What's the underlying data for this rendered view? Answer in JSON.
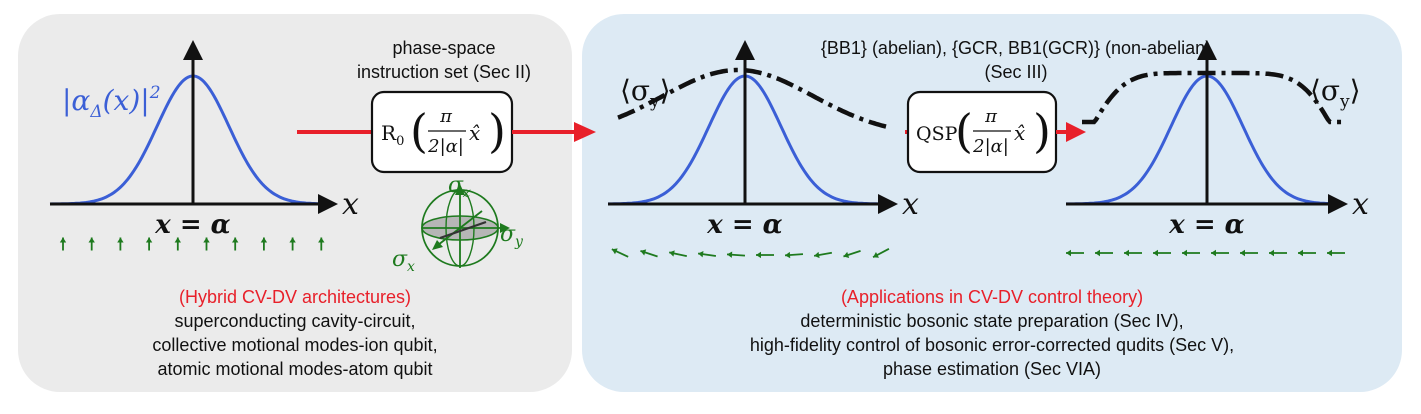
{
  "left_panel": {
    "formula_label": "|α",
    "formula_sub": "Δ",
    "formula_rest": "(x)|",
    "formula_sup": "2",
    "x_axis_label": "x",
    "center_label": "x = α",
    "category_label": "(Hybrid CV-DV architectures)",
    "description_lines": [
      "superconducting cavity-circuit,",
      "collective motional modes-ion qubit,",
      "atomic motional modes-atom qubit"
    ]
  },
  "instruction": {
    "title_lines": [
      "phase-space",
      "instruction set (Sec II)"
    ],
    "gate_name": "R",
    "gate_sub": "0",
    "frac_num": "π",
    "frac_den": "2|α|",
    "operand": "x̂",
    "bloch_labels": {
      "z": "σ",
      "z_sub": "z",
      "y": "σ",
      "y_sub": "y",
      "x": "σ",
      "x_sub": "x"
    }
  },
  "right_panel": {
    "top_title": "{BB1} (abelian), {GCR, BB1(GCR)} (non-abelian)",
    "top_subtitle": "(Sec III)",
    "sigma_label": "⟨σ",
    "sigma_sub": "y",
    "sigma_close": "⟩",
    "gate_name": "QSP",
    "frac_num": "π",
    "frac_den": "2|α|",
    "operand": "x̂",
    "x_axis_label": "x",
    "center_label": "x = α",
    "category_label": "(Applications in CV-DV control theory)",
    "description_lines": [
      "deterministic bosonic state preparation (Sec IV),",
      "high-fidelity control of bosonic error-corrected qudits (Sec V),",
      "phase estimation (Sec VIA)"
    ]
  },
  "colors": {
    "left_bg": "#ebebeb",
    "right_bg": "#ddeaf4",
    "gaussian": "#3b5fd6",
    "arrow_red": "#e8202a",
    "spin_green": "#1e7a1e",
    "accent_red": "#e8202a"
  },
  "icons": [
    "bloch-sphere-icon",
    "spin-arrow-icon",
    "right-arrow-icon"
  ]
}
